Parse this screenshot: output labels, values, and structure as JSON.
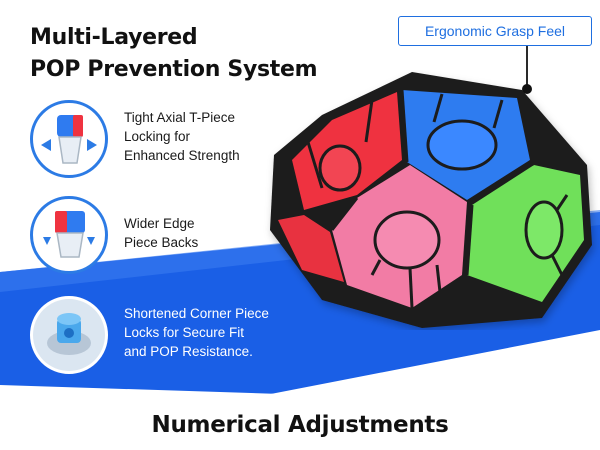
{
  "title_line1": "Multi-Layered",
  "title_line2": "POP Prevention System",
  "callout_label": "Ergonomic Grasp Feel",
  "features": [
    {
      "line1": "Tight Axial T-Piece",
      "line2": "Locking for",
      "line3": "Enhanced Strength"
    },
    {
      "line1": "Wider Edge",
      "line2": "Piece Backs"
    },
    {
      "line1": "Shortened Corner Piece",
      "line2": "Locks for Secure Fit",
      "line3": "and POP Resistance."
    }
  ],
  "bottom_title": "Numerical Adjustments",
  "colors": {
    "accent_blue": "#1f6fe0",
    "band_blue": "#1a5fe6",
    "face_red": "#ef3340",
    "face_blue": "#2f7bf0",
    "face_pink": "#f27ca5",
    "face_green": "#6fe05a"
  }
}
